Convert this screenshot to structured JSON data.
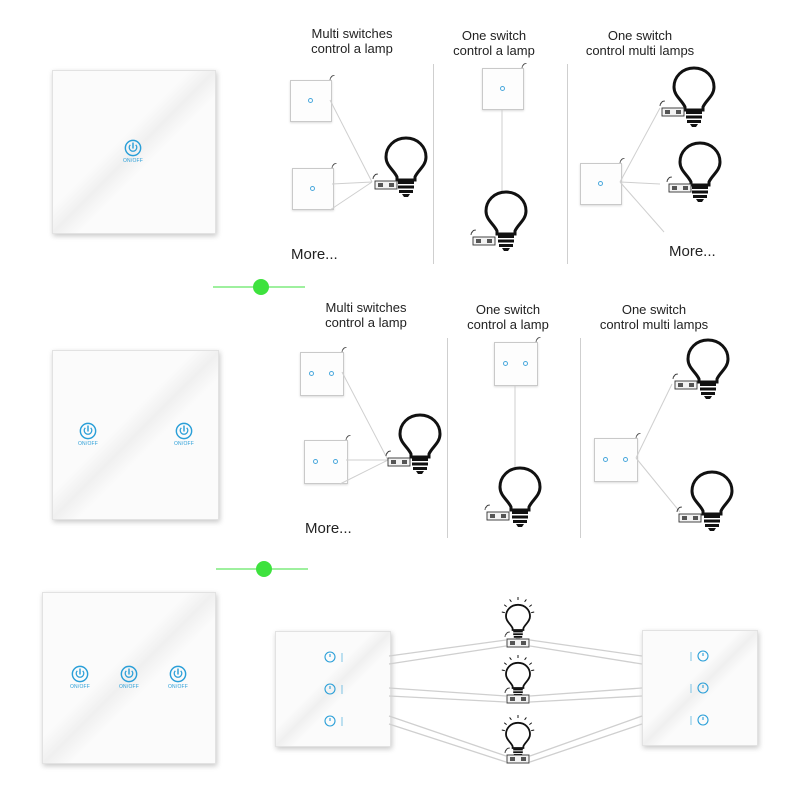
{
  "labels": {
    "onoff": "ON/OFF",
    "multi_switches": [
      "Multi switches",
      "control a lamp"
    ],
    "one_switch_one": [
      "One switch",
      "control a lamp"
    ],
    "one_switch_multi": [
      "One switch",
      "control multi lamps"
    ],
    "more": "More..."
  },
  "colors": {
    "accent_blue": "#2a9fd8",
    "connector_green": "#3ee23e",
    "line": "#cfcfcf"
  },
  "icons": [
    "power-icon",
    "bulb-icon",
    "wireless-receiver-icon",
    "wifi-signal-icon"
  ]
}
